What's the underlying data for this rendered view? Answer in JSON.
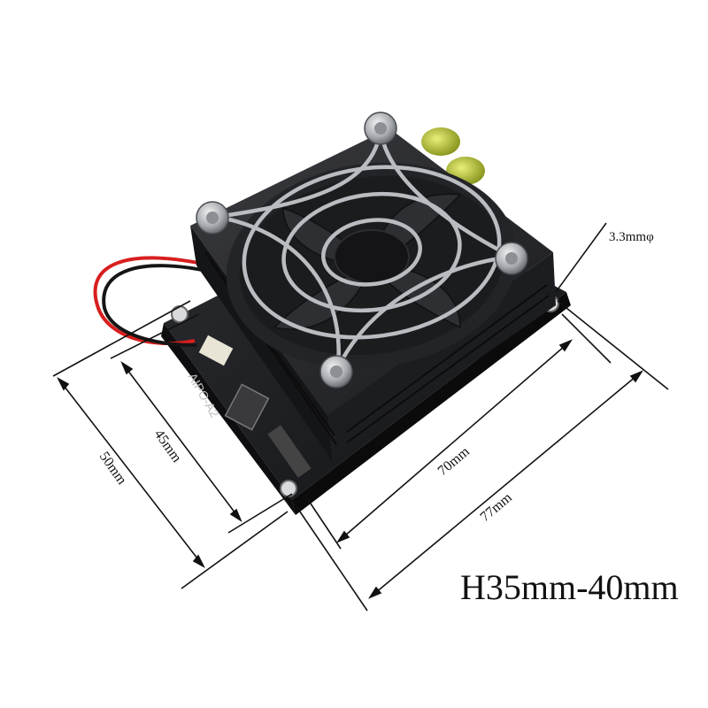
{
  "image": {
    "subject": "fan-cooled module with wire finger guard",
    "colors": {
      "background": "#ffffff",
      "board": "#1b1c1f",
      "heatsink": "#2a2b2e",
      "guard": "#b9bcc0",
      "wire_red": "#d81e1e",
      "wire_black": "#151515",
      "capacitor": "#c8d22a",
      "dimension_line": "#111111"
    }
  },
  "dimensions": {
    "hole_diameter": "3.3mmφ",
    "depth_inner": "45mm",
    "depth_outer": "50mm",
    "width_inner": "70mm",
    "width_outer": "77mm",
    "height": "H35mm-40mm"
  }
}
